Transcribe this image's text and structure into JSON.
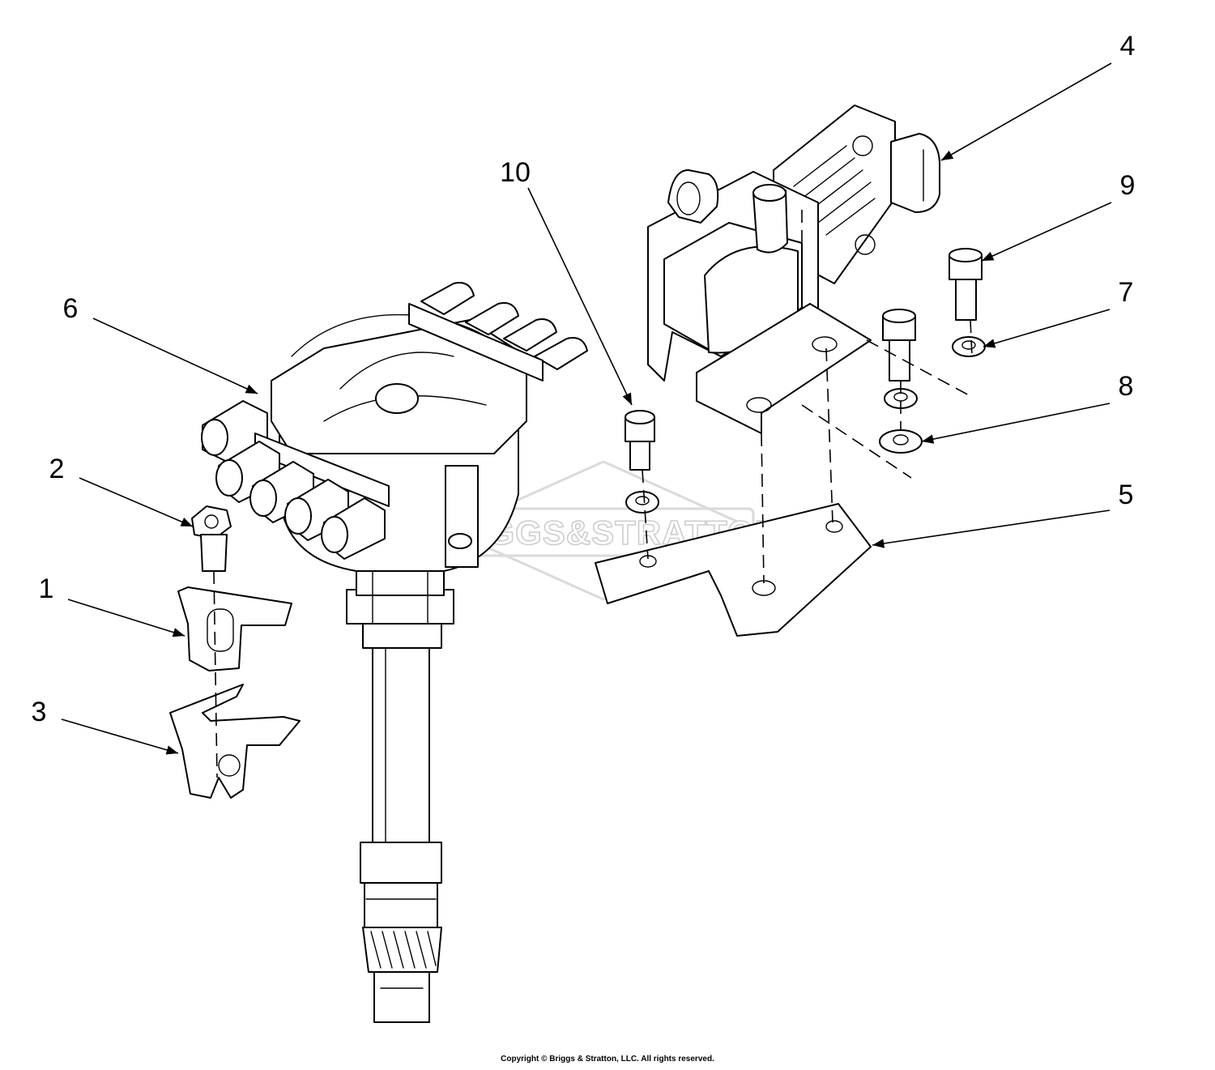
{
  "watermark": {
    "text": "BRIGGS&STRATTON"
  },
  "copyright": "Copyright © Briggs & Stratton, LLC. All rights reserved.",
  "callouts": [
    {
      "id": "callout-1",
      "label": "1"
    },
    {
      "id": "callout-2",
      "label": "2"
    },
    {
      "id": "callout-3",
      "label": "3"
    },
    {
      "id": "callout-4",
      "label": "4"
    },
    {
      "id": "callout-5",
      "label": "5"
    },
    {
      "id": "callout-6",
      "label": "6"
    },
    {
      "id": "callout-7",
      "label": "7"
    },
    {
      "id": "callout-8",
      "label": "8"
    },
    {
      "id": "callout-9",
      "label": "9"
    },
    {
      "id": "callout-10",
      "label": "10"
    }
  ]
}
